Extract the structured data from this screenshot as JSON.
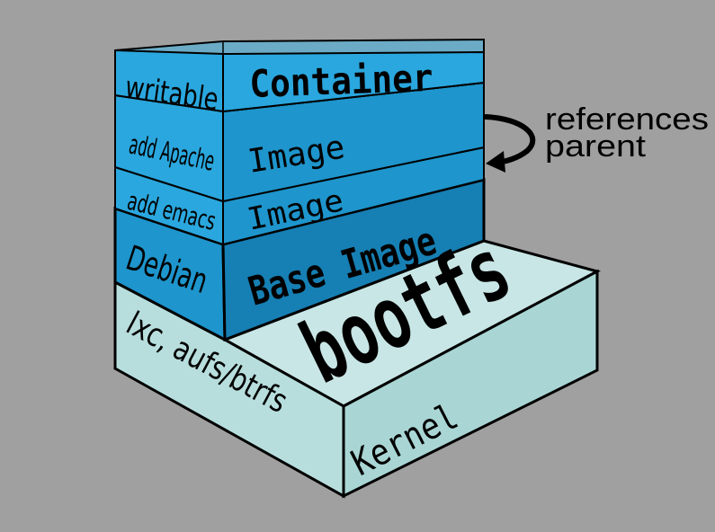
{
  "colors": {
    "background": "#a0a0a0",
    "kernel_face": "#b7dedd",
    "kernel_top": "#c8e6e5",
    "layer_light": "#2aa7de",
    "layer_mid": "#1e95cc",
    "layer_dark": "#167fb3",
    "outline": "#000000"
  },
  "layers": {
    "container": {
      "side": "writable",
      "front": "Container"
    },
    "apache": {
      "side": "add Apache",
      "front": "Image"
    },
    "emacs": {
      "side": "add emacs",
      "front": "Image"
    },
    "base": {
      "side": "Debian",
      "front": "Base Image"
    }
  },
  "kernel": {
    "side": "lxc, aufs/btrfs",
    "front": "Kernel",
    "top": "bootfs"
  },
  "annotation": {
    "line1": "references",
    "line2": "parent"
  }
}
